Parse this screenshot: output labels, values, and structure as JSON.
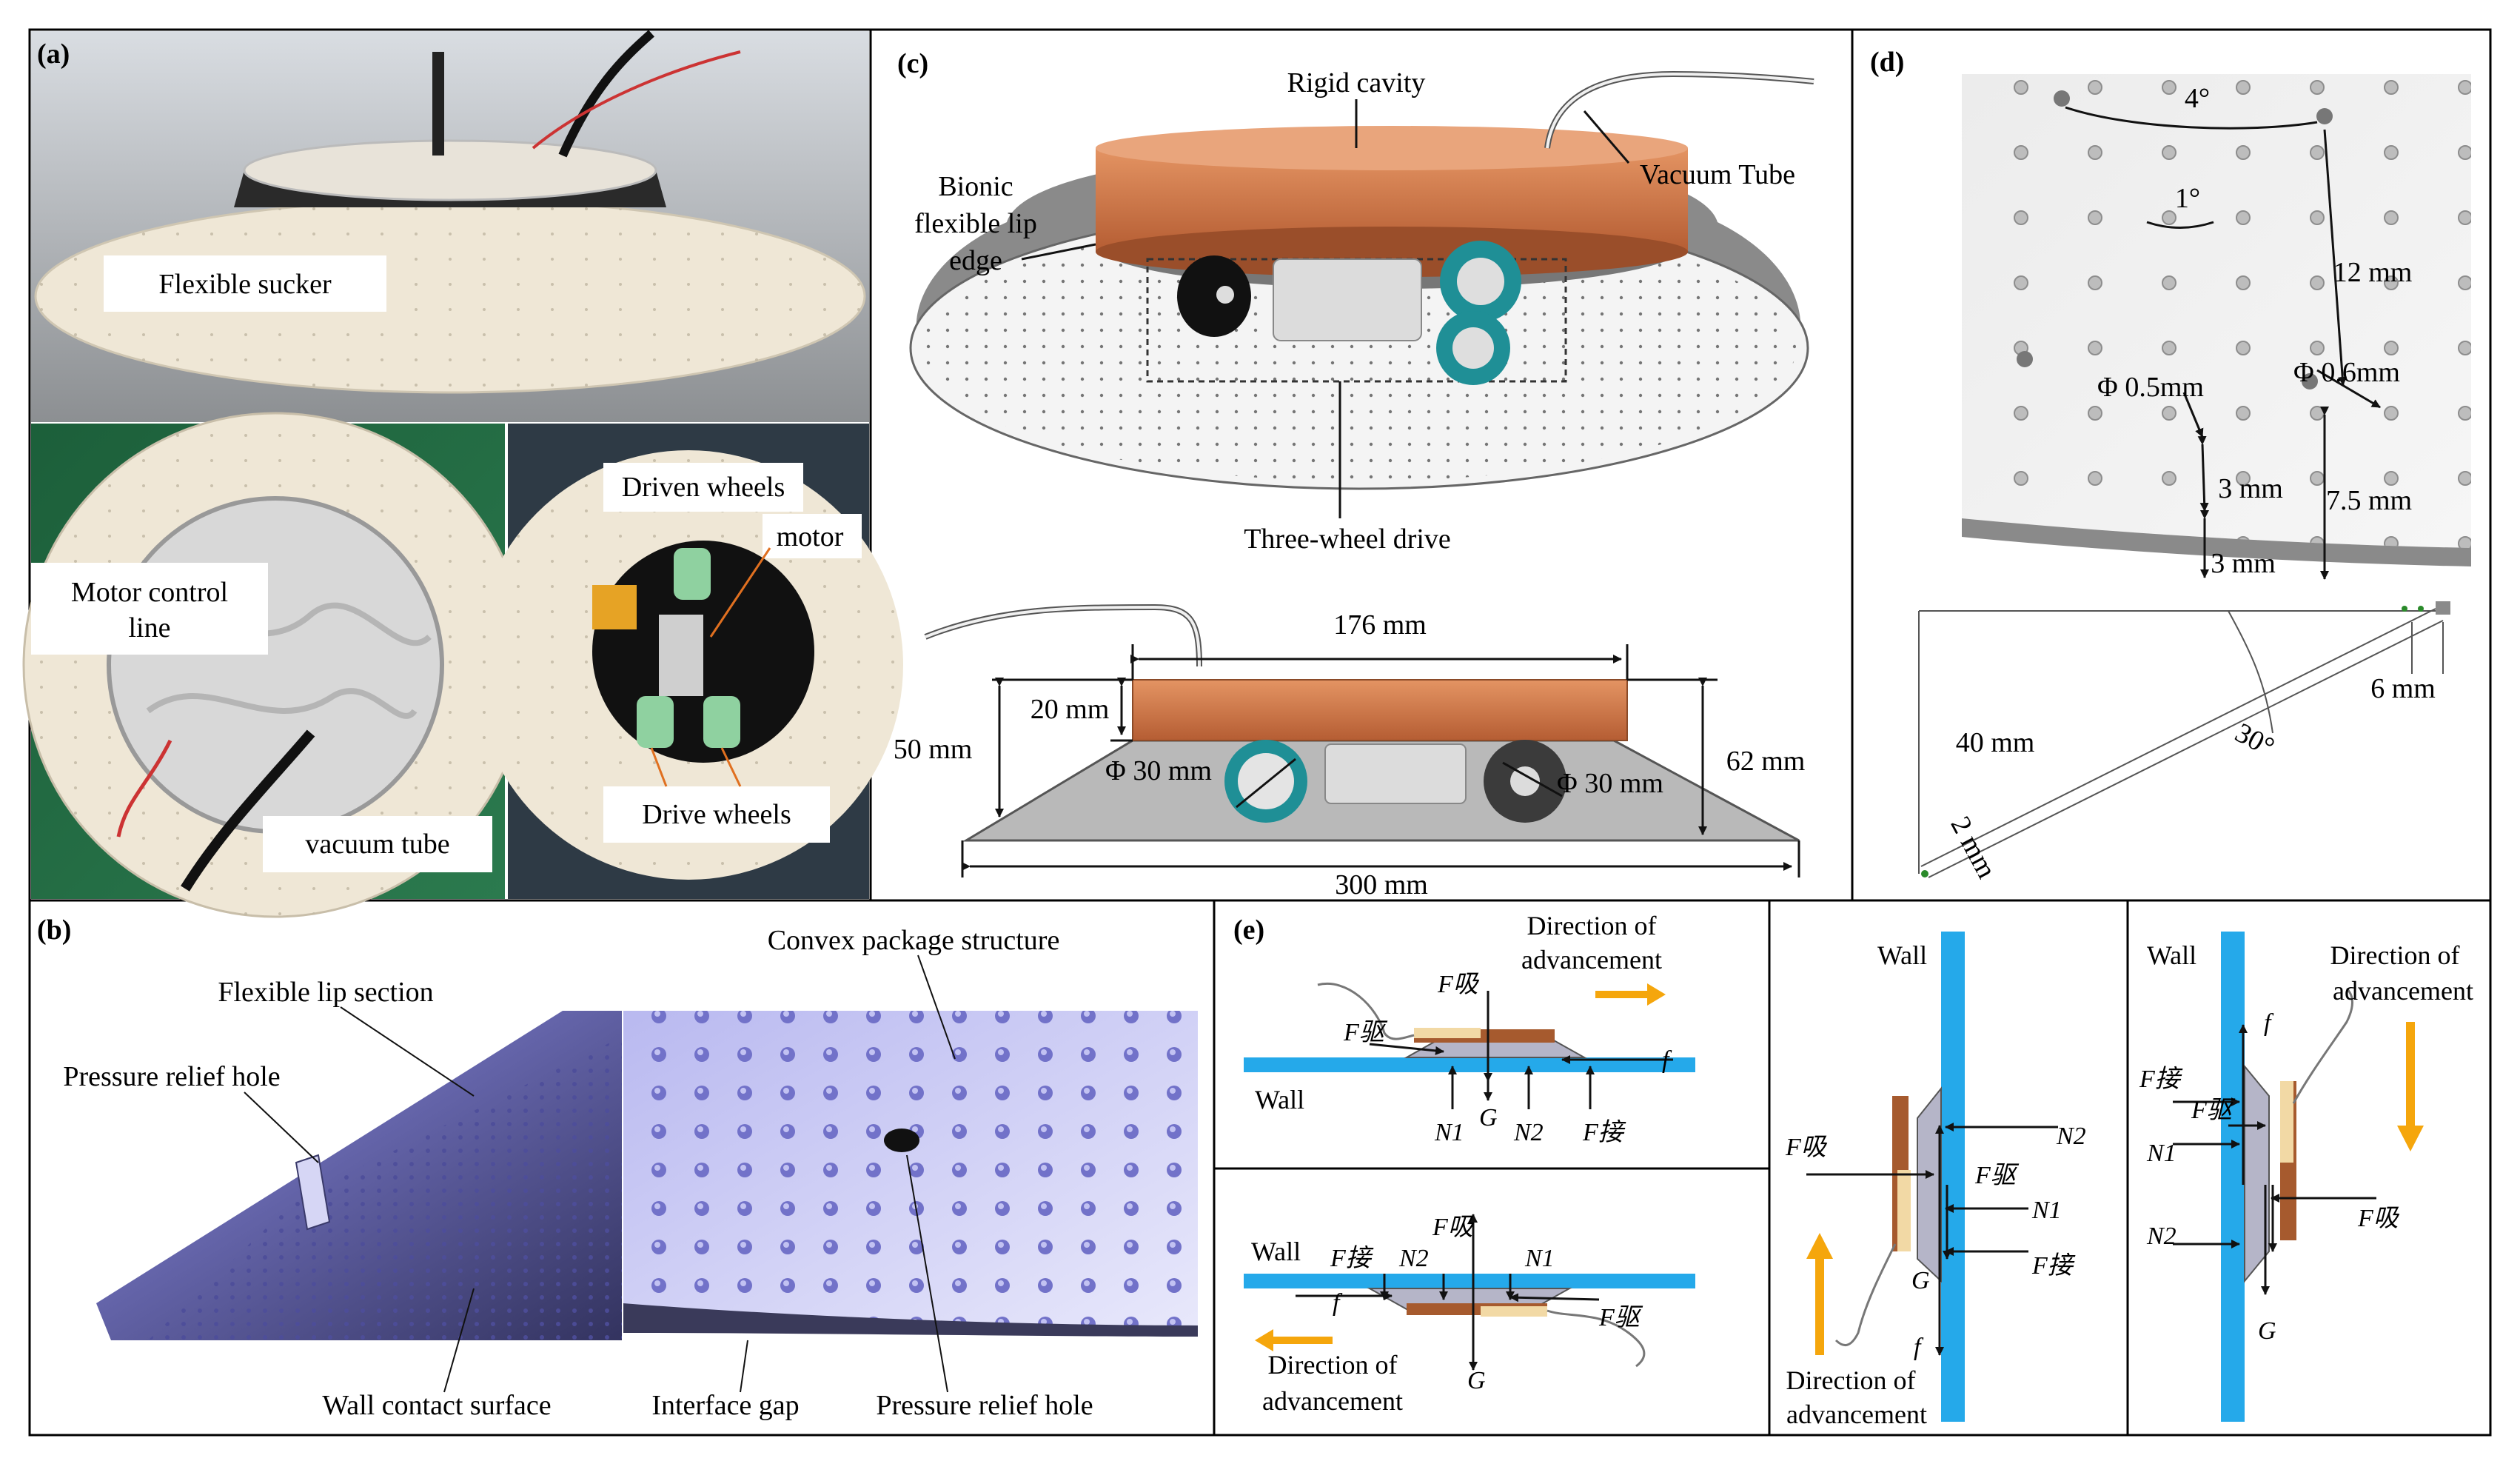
{
  "panel_labels": {
    "a": "(a)",
    "b": "(b)",
    "c": "(c)",
    "d": "(d)",
    "e": "(e)"
  },
  "panel_a": {
    "flexible_sucker": "Flexible sucker",
    "motor_control_line": [
      "Motor control",
      "line"
    ],
    "vacuum_tube": "vacuum tube",
    "driven_wheels": "Driven wheels",
    "motor": "motor",
    "drive_wheels": "Drive wheels"
  },
  "panel_b": {
    "flexible_lip_section": "Flexible lip section",
    "convex_package_structure": "Convex package structure",
    "pressure_relief_hole": "Pressure relief hole",
    "wall_contact_surface": "Wall contact surface",
    "interface_gap": "Interface gap",
    "pressure_relief_hole_2": "Pressure relief hole"
  },
  "panel_c": {
    "rigid_cavity": "Rigid cavity",
    "vacuum_tube": "Vacuum Tube",
    "bionic_lip": [
      "Bionic",
      "flexible lip",
      "edge"
    ],
    "three_wheel_drive": "Three-wheel drive",
    "dim_176": "176 mm",
    "dim_20": "20 mm",
    "dim_50": "50 mm",
    "dim_62": "62 mm",
    "dim_phi30_left": "Φ 30 mm",
    "dim_phi30_right": "Φ 30 mm",
    "dim_300": "300 mm"
  },
  "panel_d": {
    "angle_4": "4°",
    "angle_1": "1°",
    "dim_12": "12 mm",
    "phi_05": "Φ 0.5mm",
    "phi_06": "Φ 0.6mm",
    "dim_3a": "3 mm",
    "dim_75": "7.5 mm",
    "dim_3b": "3 mm",
    "dim_40": "40 mm",
    "dim_6": "6 mm",
    "angle_30": "30°",
    "dim_2": "2 mm"
  },
  "panel_e": {
    "wall": "Wall",
    "direction": [
      "Direction of",
      "advancement"
    ],
    "forces": {
      "F_suction": "F吸",
      "F_drive": "F驱",
      "F_contact": "F接",
      "f": "f",
      "N1": "N1",
      "N2": "N2",
      "G": "G"
    }
  },
  "colors": {
    "copper": "#d2784a",
    "wall_blue": "#25a9ea",
    "direction_arrow": "#f5a60c",
    "cad_purple": "#6a6abf",
    "sucker_cream": "#efe7d6"
  }
}
